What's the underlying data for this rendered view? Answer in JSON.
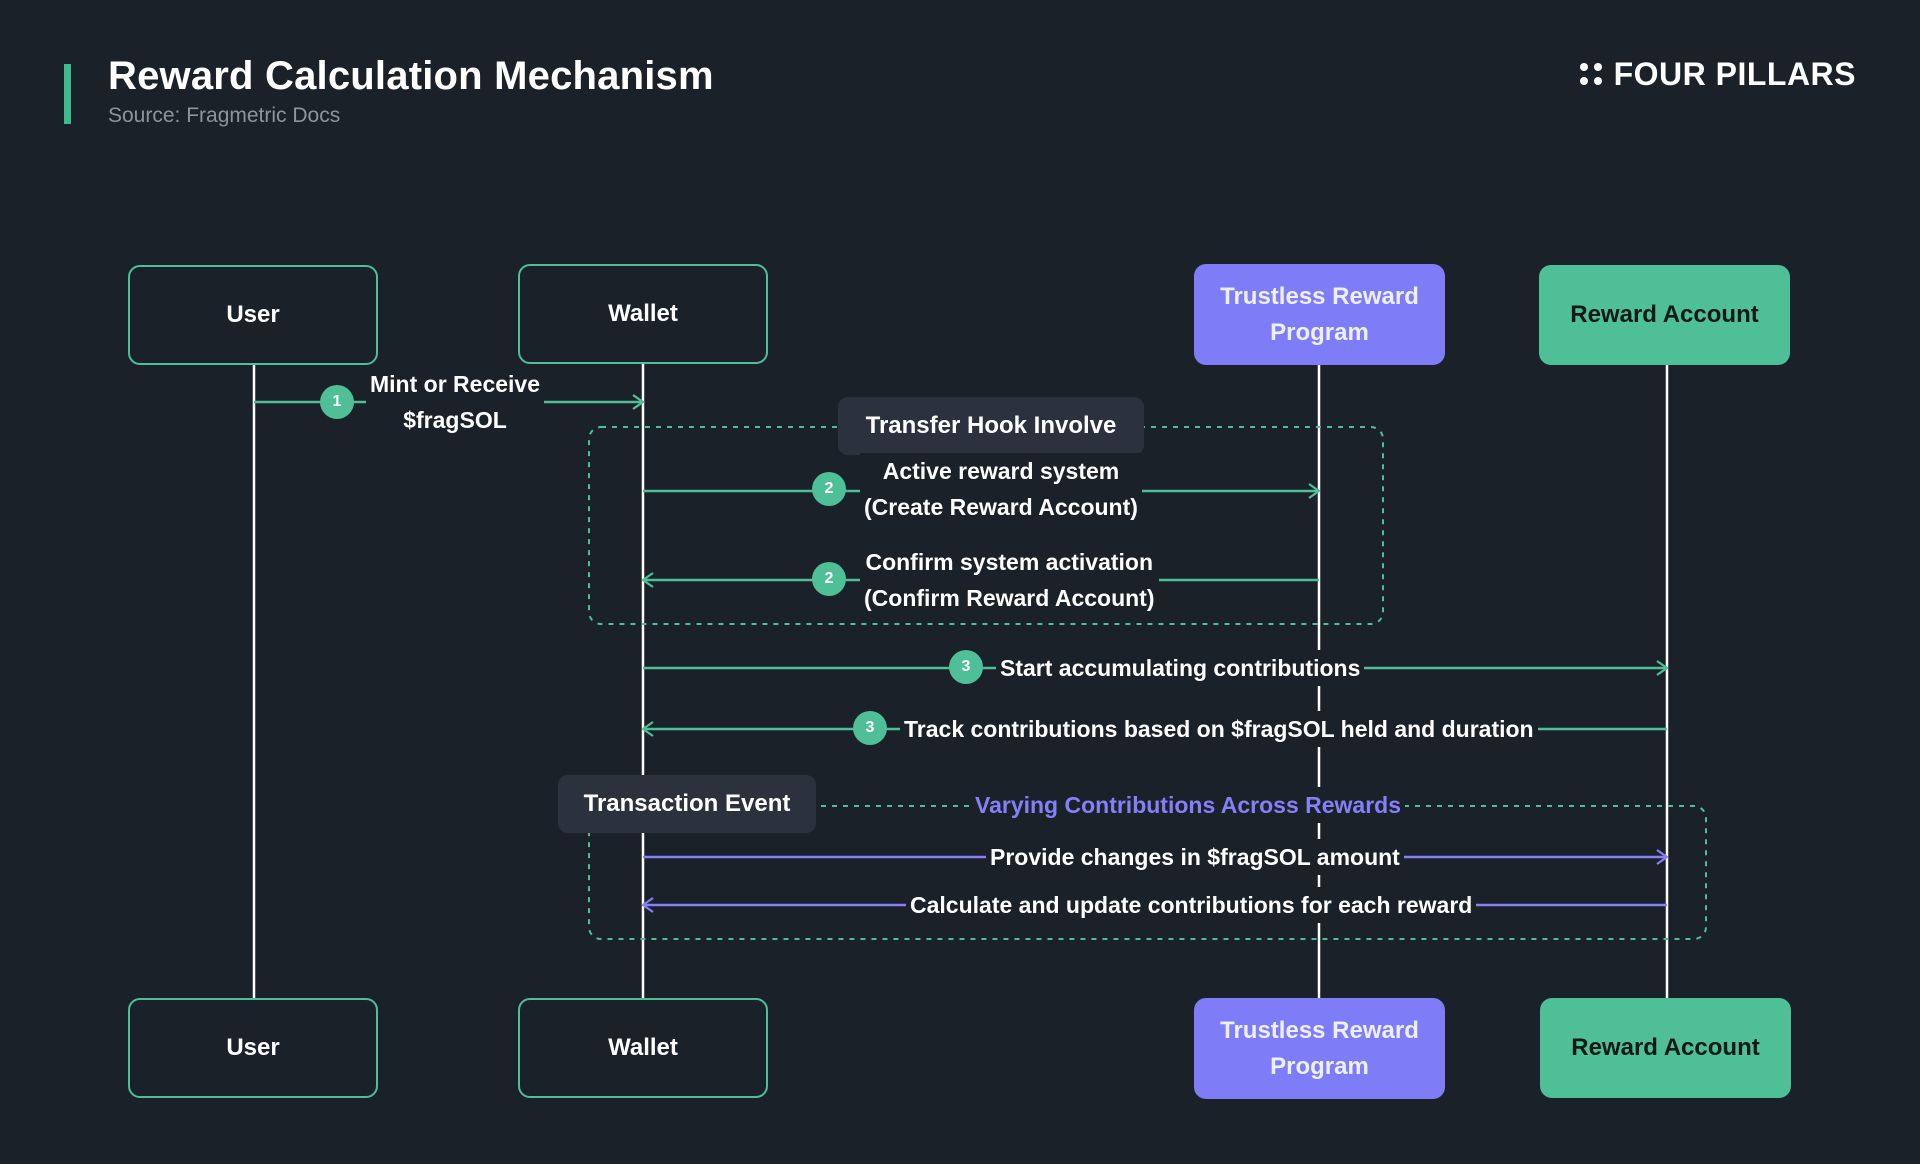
{
  "header": {
    "title": "Reward Calculation Mechanism",
    "subtitle": "Source: Fragmetric Docs",
    "brand": "FOUR PILLARS"
  },
  "participants": {
    "user": "User",
    "wallet": "Wallet",
    "program": "Trustless Reward Program",
    "reward_account": "Reward Account"
  },
  "groups": {
    "transfer_hook": "Transfer Hook Involve",
    "transaction_event": "Transaction Event",
    "varying": "Varying Contributions Across Rewards"
  },
  "messages": [
    {
      "step": "1",
      "text": "Mint or Receive\n$fragSOL"
    },
    {
      "step": "2",
      "text": "Active reward system\n(Create Reward Account)"
    },
    {
      "step": "2",
      "text": "Confirm system activation\n(Confirm Reward Account)"
    },
    {
      "step": "3",
      "text": "Start accumulating contributions"
    },
    {
      "step": "3",
      "text": "Track contributions based on $fragSOL held and duration"
    },
    {
      "step": "",
      "text": "Provide changes in $fragSOL amount"
    },
    {
      "step": "",
      "text": "Calculate and update contributions for each reward"
    }
  ],
  "colors": {
    "background": "#1b2129",
    "green": "#4fbf97",
    "purple": "#7f7cf7",
    "chip": "#2b323d"
  }
}
